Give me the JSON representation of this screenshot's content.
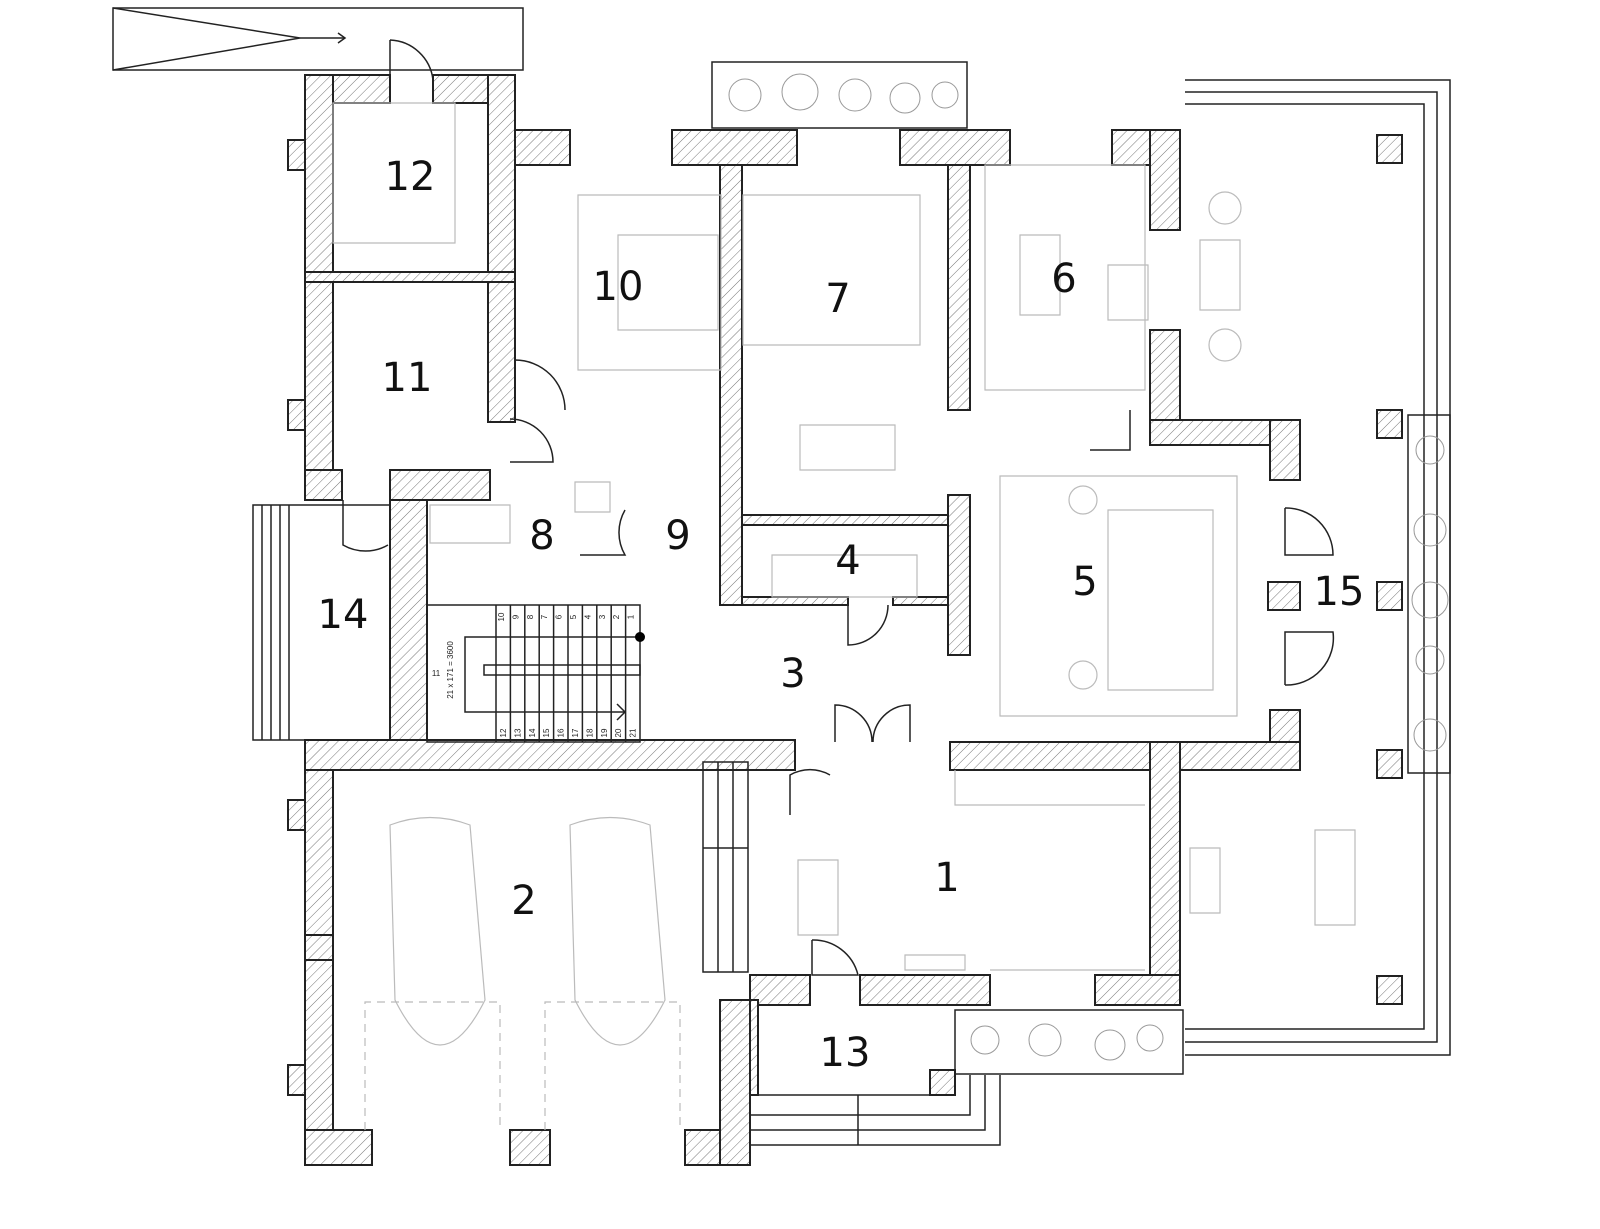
{
  "plan": {
    "rooms": [
      {
        "id": "1",
        "label": "1"
      },
      {
        "id": "2",
        "label": "2"
      },
      {
        "id": "3",
        "label": "3"
      },
      {
        "id": "4",
        "label": "4"
      },
      {
        "id": "5",
        "label": "5"
      },
      {
        "id": "6",
        "label": "6"
      },
      {
        "id": "7",
        "label": "7"
      },
      {
        "id": "8",
        "label": "8"
      },
      {
        "id": "9",
        "label": "9"
      },
      {
        "id": "10",
        "label": "10"
      },
      {
        "id": "11",
        "label": "11"
      },
      {
        "id": "12",
        "label": "12"
      },
      {
        "id": "13",
        "label": "13"
      },
      {
        "id": "14",
        "label": "14"
      },
      {
        "id": "15",
        "label": "15"
      }
    ],
    "stair": {
      "dimension": "21 x 171 = 3600",
      "landing_step": "11",
      "upper_steps": [
        "10",
        "9",
        "8",
        "7",
        "6",
        "5",
        "4",
        "3",
        "2",
        "1"
      ],
      "lower_steps": [
        "12",
        "13",
        "14",
        "15",
        "16",
        "17",
        "18",
        "19",
        "20",
        "21"
      ]
    }
  }
}
